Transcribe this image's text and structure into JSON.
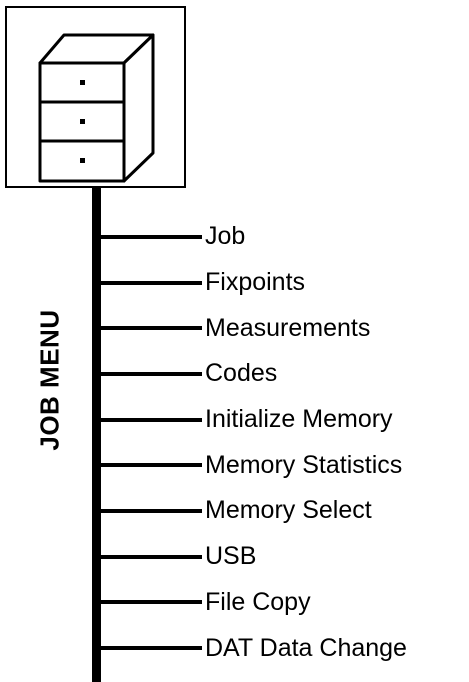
{
  "title": "JOB MENU",
  "icon": "filing-cabinet-icon",
  "menu": {
    "items": [
      {
        "label": "Job"
      },
      {
        "label": "Fixpoints"
      },
      {
        "label": "Measurements"
      },
      {
        "label": "Codes"
      },
      {
        "label": "Initialize Memory"
      },
      {
        "label": "Memory Statistics"
      },
      {
        "label": "Memory Select"
      },
      {
        "label": "USB"
      },
      {
        "label": "File Copy"
      },
      {
        "label": "DAT Data Change"
      }
    ]
  }
}
